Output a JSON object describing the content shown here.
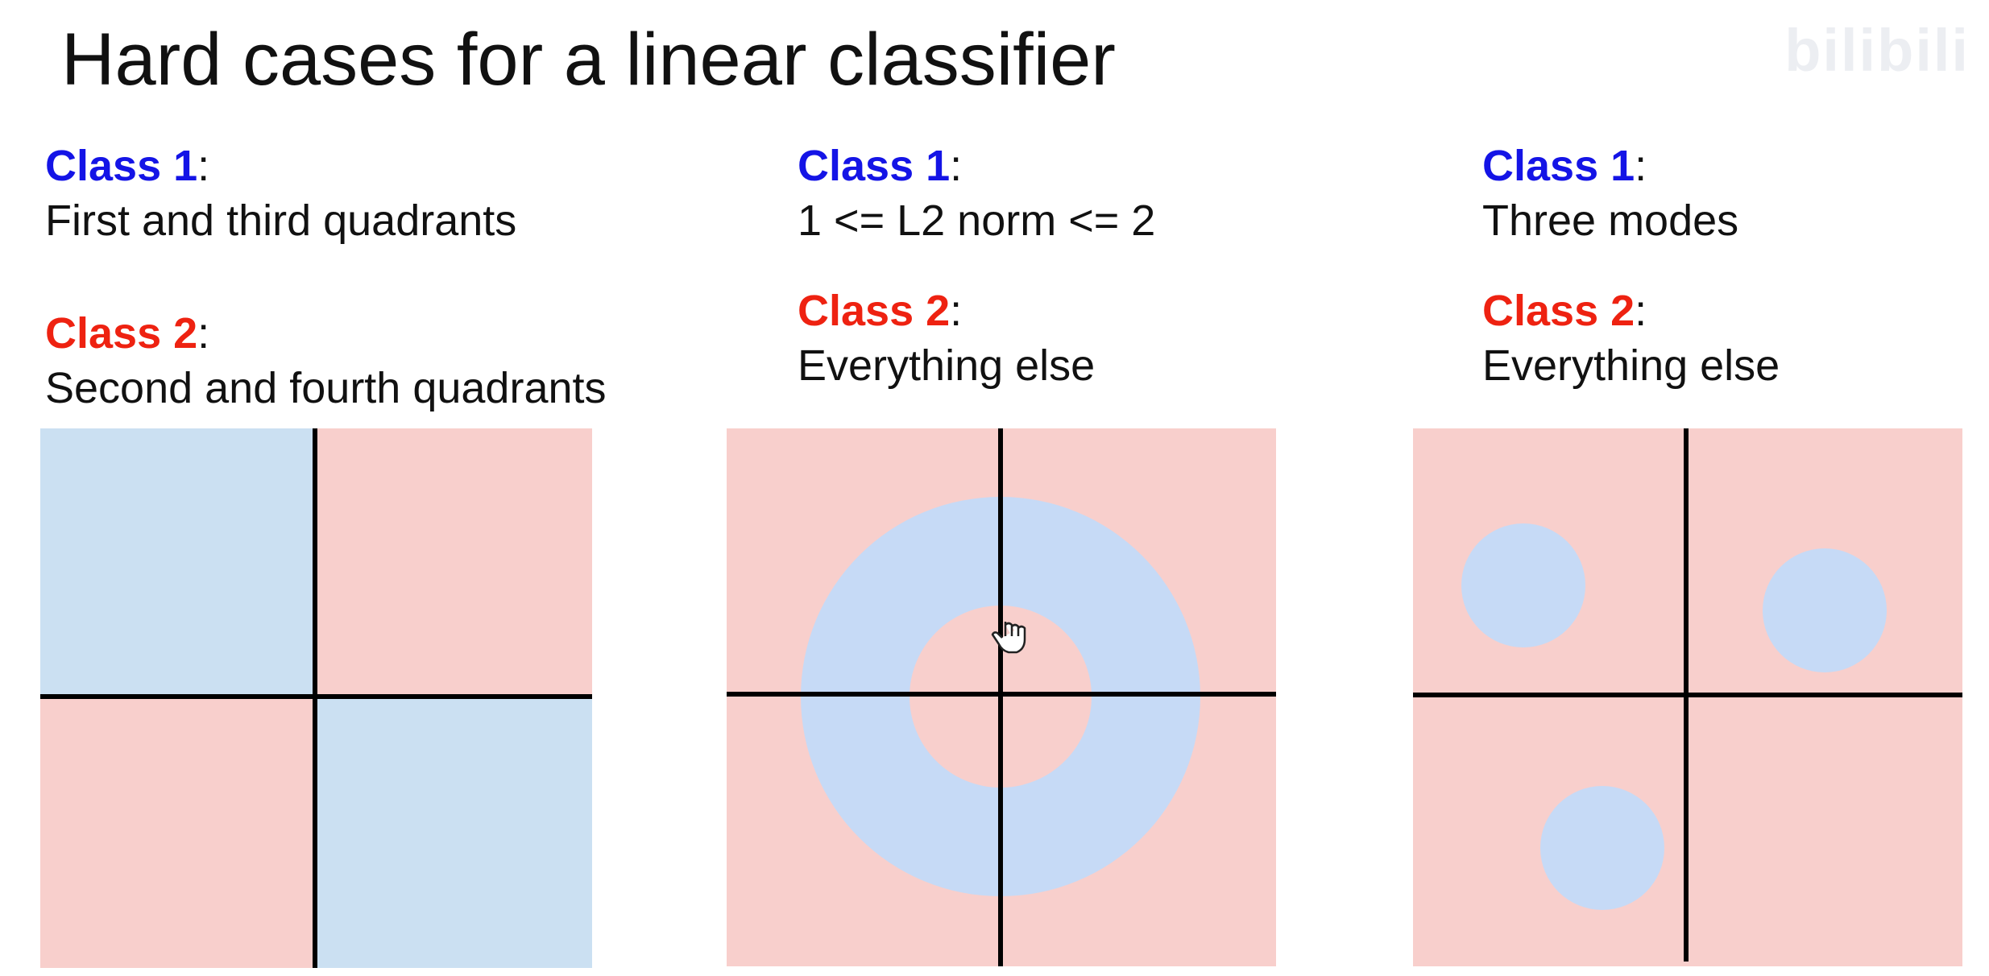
{
  "slide": {
    "title": "Hard cases for a linear classifier",
    "watermark": "bilibili"
  },
  "colors": {
    "class1_text": "#1414e6",
    "class2_text": "#ee2211",
    "class1_region": "#c6daf6",
    "class1_region_quadrant": "#cbe0f2",
    "class2_region": "#f8cfcc",
    "axis": "#000000"
  },
  "cases": [
    {
      "class1_label": "Class 1",
      "class1_desc": "First and third quadrants",
      "class2_label": "Class 2",
      "class2_desc": "Second and fourth quadrants"
    },
    {
      "class1_label": "Class 1",
      "class1_desc": "1 <= L2 norm <= 2",
      "class2_label": "Class 2",
      "class2_desc": "Everything else"
    },
    {
      "class1_label": "Class 1",
      "class1_desc": "Three modes",
      "class2_label": "Class 2",
      "class2_desc": "Everything else"
    }
  ],
  "colon": ":",
  "cursor_icon": "hand-cursor-icon"
}
